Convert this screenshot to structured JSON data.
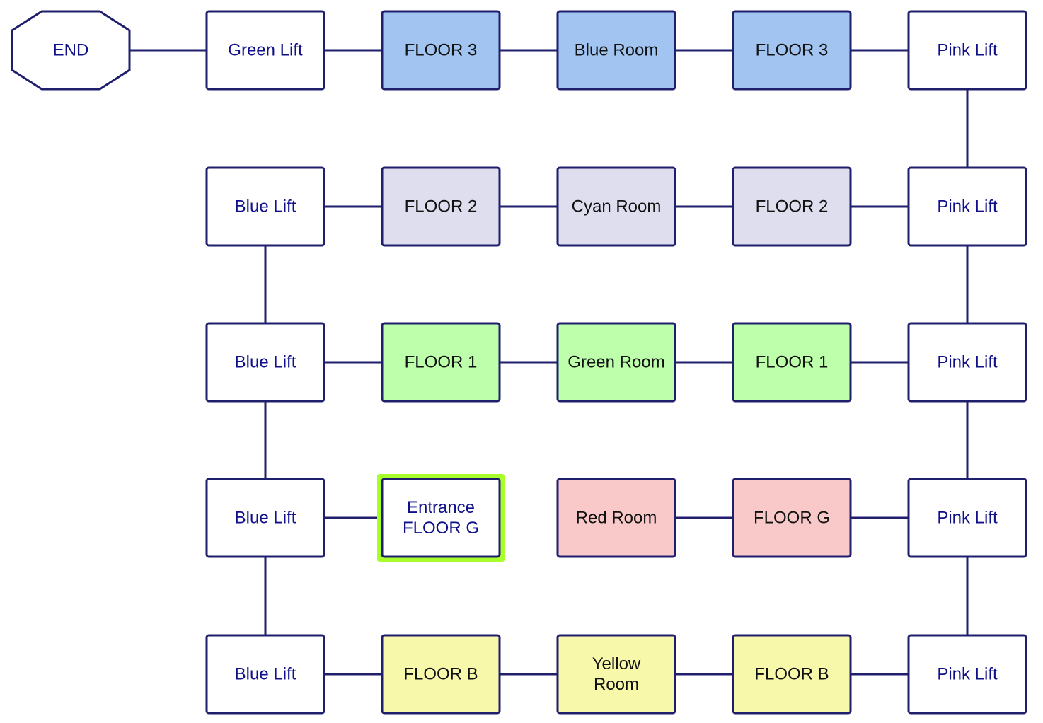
{
  "colors": {
    "stroke": "#1f1f6e",
    "text_dark": "#111111",
    "text_navy": "#10108a",
    "highlight": "#a8ff2a",
    "white": "#ffffff",
    "blue": "#a2c4f1",
    "lavender": "#dedeee",
    "green": "#bdffaa",
    "red": "#f9c9c9",
    "yellow": "#f8f8aa"
  },
  "nodes": [
    {
      "id": "end",
      "lines": [
        "END"
      ],
      "shape": "octagon",
      "fill": "white",
      "row": 0,
      "col": 0
    },
    {
      "id": "green-lift",
      "lines": [
        "Green Lift"
      ],
      "fill": "white",
      "row": 0,
      "col": 1
    },
    {
      "id": "floor3-a",
      "lines": [
        "FLOOR 3"
      ],
      "fill": "blue",
      "row": 0,
      "col": 2
    },
    {
      "id": "blue-room",
      "lines": [
        "Blue Room"
      ],
      "fill": "blue",
      "row": 0,
      "col": 3
    },
    {
      "id": "floor3-b",
      "lines": [
        "FLOOR 3"
      ],
      "fill": "blue",
      "row": 0,
      "col": 4
    },
    {
      "id": "pink-lift-3",
      "lines": [
        "Pink Lift"
      ],
      "fill": "white",
      "row": 0,
      "col": 5
    },
    {
      "id": "blue-lift-2",
      "lines": [
        "Blue Lift"
      ],
      "fill": "white",
      "row": 1,
      "col": 1
    },
    {
      "id": "floor2-a",
      "lines": [
        "FLOOR 2"
      ],
      "fill": "lavender",
      "row": 1,
      "col": 2
    },
    {
      "id": "cyan-room",
      "lines": [
        "Cyan Room"
      ],
      "fill": "lavender",
      "row": 1,
      "col": 3
    },
    {
      "id": "floor2-b",
      "lines": [
        "FLOOR 2"
      ],
      "fill": "lavender",
      "row": 1,
      "col": 4
    },
    {
      "id": "pink-lift-2",
      "lines": [
        "Pink Lift"
      ],
      "fill": "white",
      "row": 1,
      "col": 5
    },
    {
      "id": "blue-lift-1",
      "lines": [
        "Blue Lift"
      ],
      "fill": "white",
      "row": 2,
      "col": 1
    },
    {
      "id": "floor1-a",
      "lines": [
        "FLOOR 1"
      ],
      "fill": "green",
      "row": 2,
      "col": 2
    },
    {
      "id": "green-room",
      "lines": [
        "Green Room"
      ],
      "fill": "green",
      "row": 2,
      "col": 3
    },
    {
      "id": "floor1-b",
      "lines": [
        "FLOOR 1"
      ],
      "fill": "green",
      "row": 2,
      "col": 4
    },
    {
      "id": "pink-lift-1",
      "lines": [
        "Pink Lift"
      ],
      "fill": "white",
      "row": 2,
      "col": 5
    },
    {
      "id": "blue-lift-g",
      "lines": [
        "Blue Lift"
      ],
      "fill": "white",
      "row": 3,
      "col": 1
    },
    {
      "id": "entrance",
      "lines": [
        "Entrance",
        "FLOOR G"
      ],
      "fill": "white",
      "highlight": true,
      "row": 3,
      "col": 2
    },
    {
      "id": "red-room",
      "lines": [
        "Red Room"
      ],
      "fill": "red",
      "row": 3,
      "col": 3
    },
    {
      "id": "floorg",
      "lines": [
        "FLOOR G"
      ],
      "fill": "red",
      "row": 3,
      "col": 4
    },
    {
      "id": "pink-lift-g",
      "lines": [
        "Pink Lift"
      ],
      "fill": "white",
      "row": 3,
      "col": 5
    },
    {
      "id": "blue-lift-b",
      "lines": [
        "Blue Lift"
      ],
      "fill": "white",
      "row": 4,
      "col": 1
    },
    {
      "id": "floorb-a",
      "lines": [
        "FLOOR B"
      ],
      "fill": "yellow",
      "row": 4,
      "col": 2
    },
    {
      "id": "yellow-room",
      "lines": [
        "Yellow",
        "Room"
      ],
      "fill": "yellow",
      "row": 4,
      "col": 3
    },
    {
      "id": "floorb-b",
      "lines": [
        "FLOOR B"
      ],
      "fill": "yellow",
      "row": 4,
      "col": 4
    },
    {
      "id": "pink-lift-b",
      "lines": [
        "Pink Lift"
      ],
      "fill": "white",
      "row": 4,
      "col": 5
    }
  ],
  "edges": [
    [
      "end",
      "green-lift"
    ],
    [
      "green-lift",
      "floor3-a"
    ],
    [
      "floor3-a",
      "blue-room"
    ],
    [
      "blue-room",
      "floor3-b"
    ],
    [
      "floor3-b",
      "pink-lift-3"
    ],
    [
      "pink-lift-3",
      "pink-lift-2"
    ],
    [
      "blue-lift-2",
      "floor2-a"
    ],
    [
      "floor2-a",
      "cyan-room"
    ],
    [
      "cyan-room",
      "floor2-b"
    ],
    [
      "floor2-b",
      "pink-lift-2"
    ],
    [
      "pink-lift-2",
      "pink-lift-1"
    ],
    [
      "blue-lift-2",
      "blue-lift-1"
    ],
    [
      "blue-lift-1",
      "floor1-a"
    ],
    [
      "floor1-a",
      "green-room"
    ],
    [
      "green-room",
      "floor1-b"
    ],
    [
      "floor1-b",
      "pink-lift-1"
    ],
    [
      "pink-lift-1",
      "pink-lift-g"
    ],
    [
      "blue-lift-1",
      "blue-lift-g"
    ],
    [
      "blue-lift-g",
      "entrance"
    ],
    [
      "red-room",
      "floorg"
    ],
    [
      "floorg",
      "pink-lift-g"
    ],
    [
      "pink-lift-g",
      "pink-lift-b"
    ],
    [
      "blue-lift-g",
      "blue-lift-b"
    ],
    [
      "blue-lift-b",
      "floorb-a"
    ],
    [
      "floorb-a",
      "yellow-room"
    ],
    [
      "yellow-room",
      "floorb-b"
    ],
    [
      "floorb-b",
      "pink-lift-b"
    ]
  ]
}
